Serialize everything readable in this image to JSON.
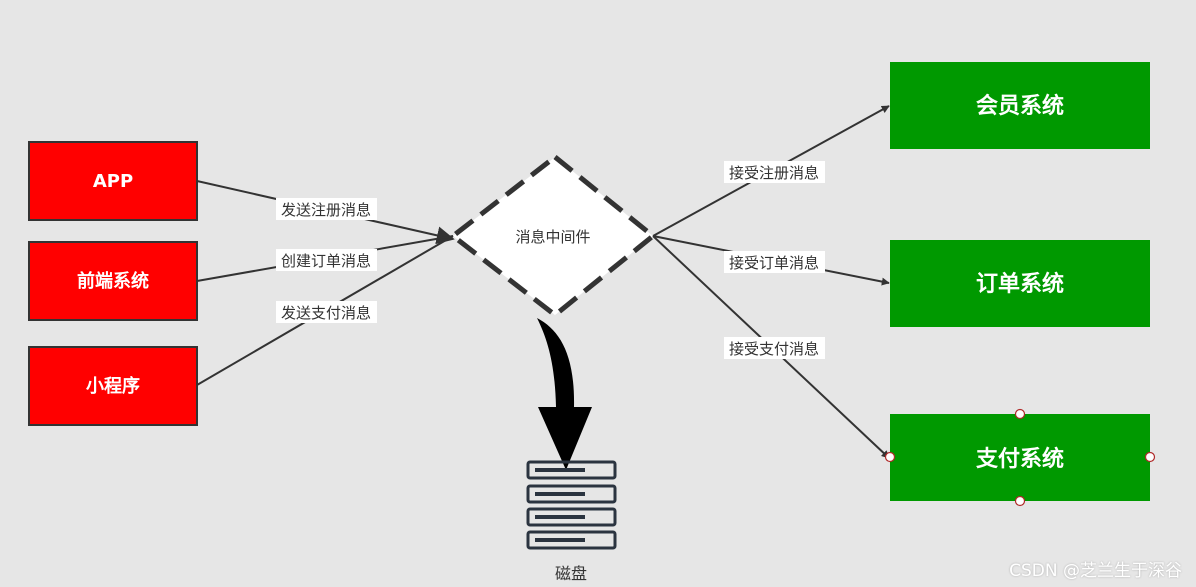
{
  "colors": {
    "background": "#e6e6e6",
    "source_fill": "#ff0000",
    "target_fill": "#009900",
    "edge": "#333333"
  },
  "sources": [
    {
      "id": "app",
      "label": "APP"
    },
    {
      "id": "frontend",
      "label": "前端系统"
    },
    {
      "id": "miniprogram",
      "label": "小程序"
    }
  ],
  "middleware": {
    "label": "消息中间件"
  },
  "targets": [
    {
      "id": "member",
      "label": "会员系统"
    },
    {
      "id": "order",
      "label": "订单系统"
    },
    {
      "id": "payment",
      "label": "支付系统"
    }
  ],
  "edges": {
    "in": [
      "发送注册消息",
      "创建订单消息",
      "发送支付消息"
    ],
    "out": [
      "接受注册消息",
      "接受订单消息",
      "接受支付消息"
    ]
  },
  "disk": {
    "label": "磁盘",
    "icon": "server-stack-icon"
  },
  "watermark": "CSDN @芝兰生于深谷"
}
